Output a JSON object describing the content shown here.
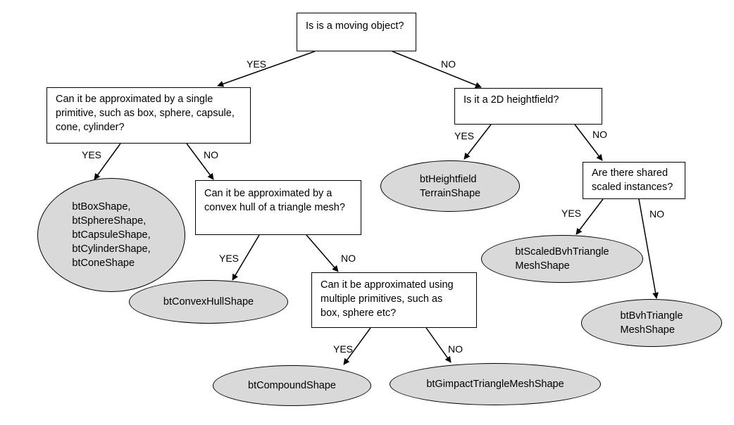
{
  "nodes": {
    "q_moving": "Is is a moving object?",
    "q_single_primitive": "Can it be approximated by a single\nprimitive, such as box, sphere, capsule,\ncone, cylinder?",
    "q_heightfield": "Is it a 2D heightfield?",
    "r_primitives": "btBoxShape,\nbtSphereShape,\nbtCapsuleShape,\nbtCylinderShape,\nbtConeShape",
    "q_convex_hull": "Can it be approximated by a\nconvex hull of a triangle mesh?",
    "r_heightfield": "btHeightfield\nTerrainShape",
    "q_shared_scaled": "Are there shared\nscaled instances?",
    "r_convex_hull": "btConvexHullShape",
    "q_multiple_primitives": "Can it be approximated using\nmultiple primitives, such as\nbox, sphere etc?",
    "r_scaled_bvh": "btScaledBvhTriangle\nMeshShape",
    "r_bvh": "btBvhTriangle\nMeshShape",
    "r_compound": "btCompoundShape",
    "r_gimpact": "btGimpactTriangleMeshShape"
  },
  "edge_labels": {
    "moving_yes": "YES",
    "moving_no": "NO",
    "single_yes": "YES",
    "single_no": "NO",
    "height_yes": "YES",
    "height_no": "NO",
    "convex_yes": "YES",
    "convex_no": "NO",
    "shared_yes": "YES",
    "shared_no": "NO",
    "multi_yes": "YES",
    "multi_no": "NO"
  },
  "colors": {
    "oval_fill": "#d9d9d9",
    "line": "#000000",
    "box_fill": "#ffffff"
  }
}
